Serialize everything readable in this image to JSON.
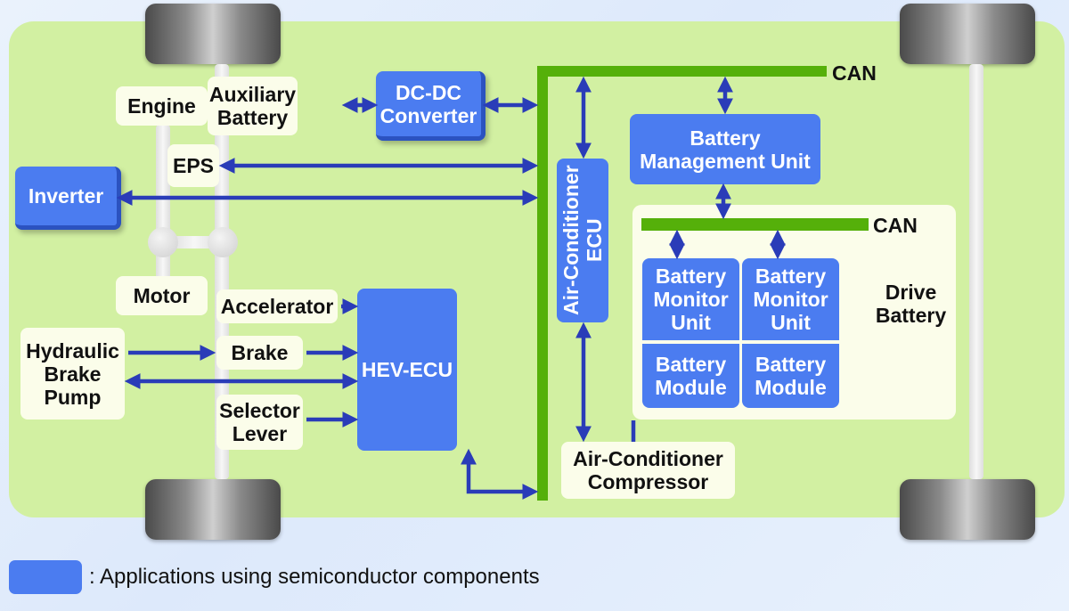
{
  "diagram": {
    "components": {
      "engine": "Engine",
      "motor": "Motor",
      "auxiliary_battery": "Auxiliary\nBattery",
      "dcdc_converter": "DC-DC\nConverter",
      "eps": "EPS",
      "inverter": "Inverter",
      "accelerator": "Accelerator",
      "hydraulic_brake_pump": "Hydraulic\nBrake\nPump",
      "brake": "Brake",
      "selector_lever": "Selector\nLever",
      "hev_ecu": "HEV-ECU",
      "air_conditioner_ecu": "Air-Conditioner\nECU",
      "air_conditioner_compressor": "Air-Conditioner\nCompressor",
      "battery_management_unit": "Battery\nManagement Unit",
      "battery_monitor_unit_1": "Battery\nMonitor\nUnit",
      "battery_monitor_unit_2": "Battery\nMonitor\nUnit",
      "battery_module_1": "Battery\nModule",
      "battery_module_2": "Battery\nModule",
      "drive_battery": "Drive\nBattery"
    },
    "buses": {
      "can_main": "CAN",
      "can_battery": "CAN"
    },
    "semiconductor_components": [
      "DC-DC Converter",
      "Inverter",
      "HEV-ECU",
      "Air-Conditioner ECU",
      "Battery Management Unit",
      "Battery Monitor Unit",
      "Battery Module"
    ],
    "connections": [
      {
        "from": "Auxiliary Battery",
        "to": "DC-DC Converter",
        "type": "bidirectional"
      },
      {
        "from": "DC-DC Converter",
        "to": "CAN",
        "type": "bidirectional"
      },
      {
        "from": "EPS",
        "to": "CAN",
        "type": "bidirectional"
      },
      {
        "from": "Inverter",
        "to": "CAN",
        "type": "bidirectional"
      },
      {
        "from": "CAN",
        "to": "Air-Conditioner ECU",
        "type": "bidirectional"
      },
      {
        "from": "CAN",
        "to": "Battery Management Unit",
        "type": "bidirectional"
      },
      {
        "from": "Battery Management Unit",
        "to": "CAN (battery)",
        "type": "bidirectional"
      },
      {
        "from": "CAN (battery)",
        "to": "Battery Monitor Unit",
        "type": "bidirectional"
      },
      {
        "from": "Accelerator",
        "to": "HEV-ECU",
        "type": "unidirectional"
      },
      {
        "from": "Hydraulic Brake Pump",
        "to": "Brake",
        "type": "unidirectional"
      },
      {
        "from": "Brake",
        "to": "HEV-ECU",
        "type": "unidirectional"
      },
      {
        "from": "Hydraulic Brake Pump",
        "to": "HEV-ECU",
        "type": "bidirectional"
      },
      {
        "from": "Selector Lever",
        "to": "HEV-ECU",
        "type": "unidirectional"
      },
      {
        "from": "HEV-ECU",
        "to": "CAN",
        "type": "bidirectional"
      },
      {
        "from": "Air-Conditioner ECU",
        "to": "Air-Conditioner Compressor",
        "type": "bidirectional"
      },
      {
        "from": "Drive Battery",
        "to": "Air-Conditioner Compressor",
        "type": "line"
      }
    ],
    "colors": {
      "semiconductor_blue": "#4b7cf0",
      "arrow_blue": "#2a3cb8",
      "can_green": "#55b00a",
      "chassis_green": "#d2f0a2",
      "label_cream": "#fbfdea"
    }
  },
  "legend": {
    "text": ": Applications using semiconductor components"
  }
}
